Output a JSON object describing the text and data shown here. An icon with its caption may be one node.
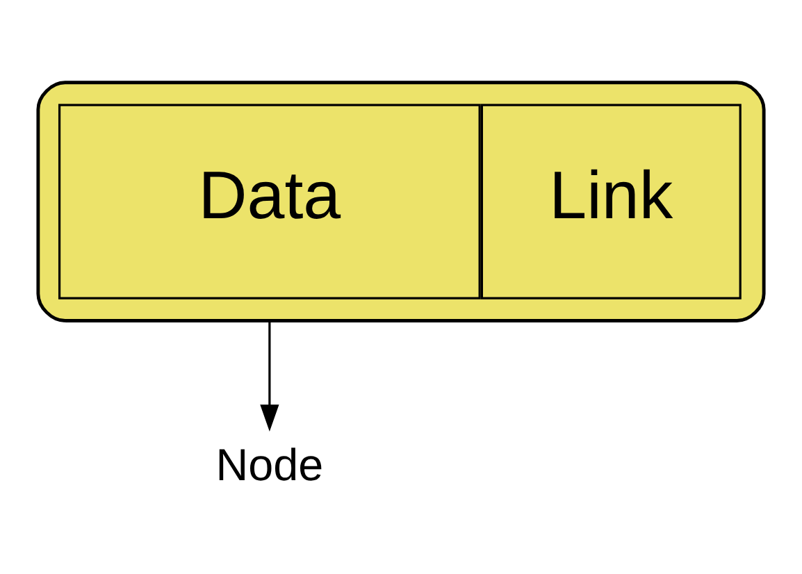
{
  "diagram": {
    "nodes": [
      {
        "text": [],
        "shape": "box"
      },
      {
        "text": [
          "Data"
        ],
        "in": 0
      },
      {
        "text": [
          "Link"
        ],
        "in": 0
      },
      {
        "text": [
          "Node"
        ]
      }
    ],
    "edges": [
      {
        "from": 0,
        "to": 3,
        "arrow": "to"
      }
    ]
  }
}
